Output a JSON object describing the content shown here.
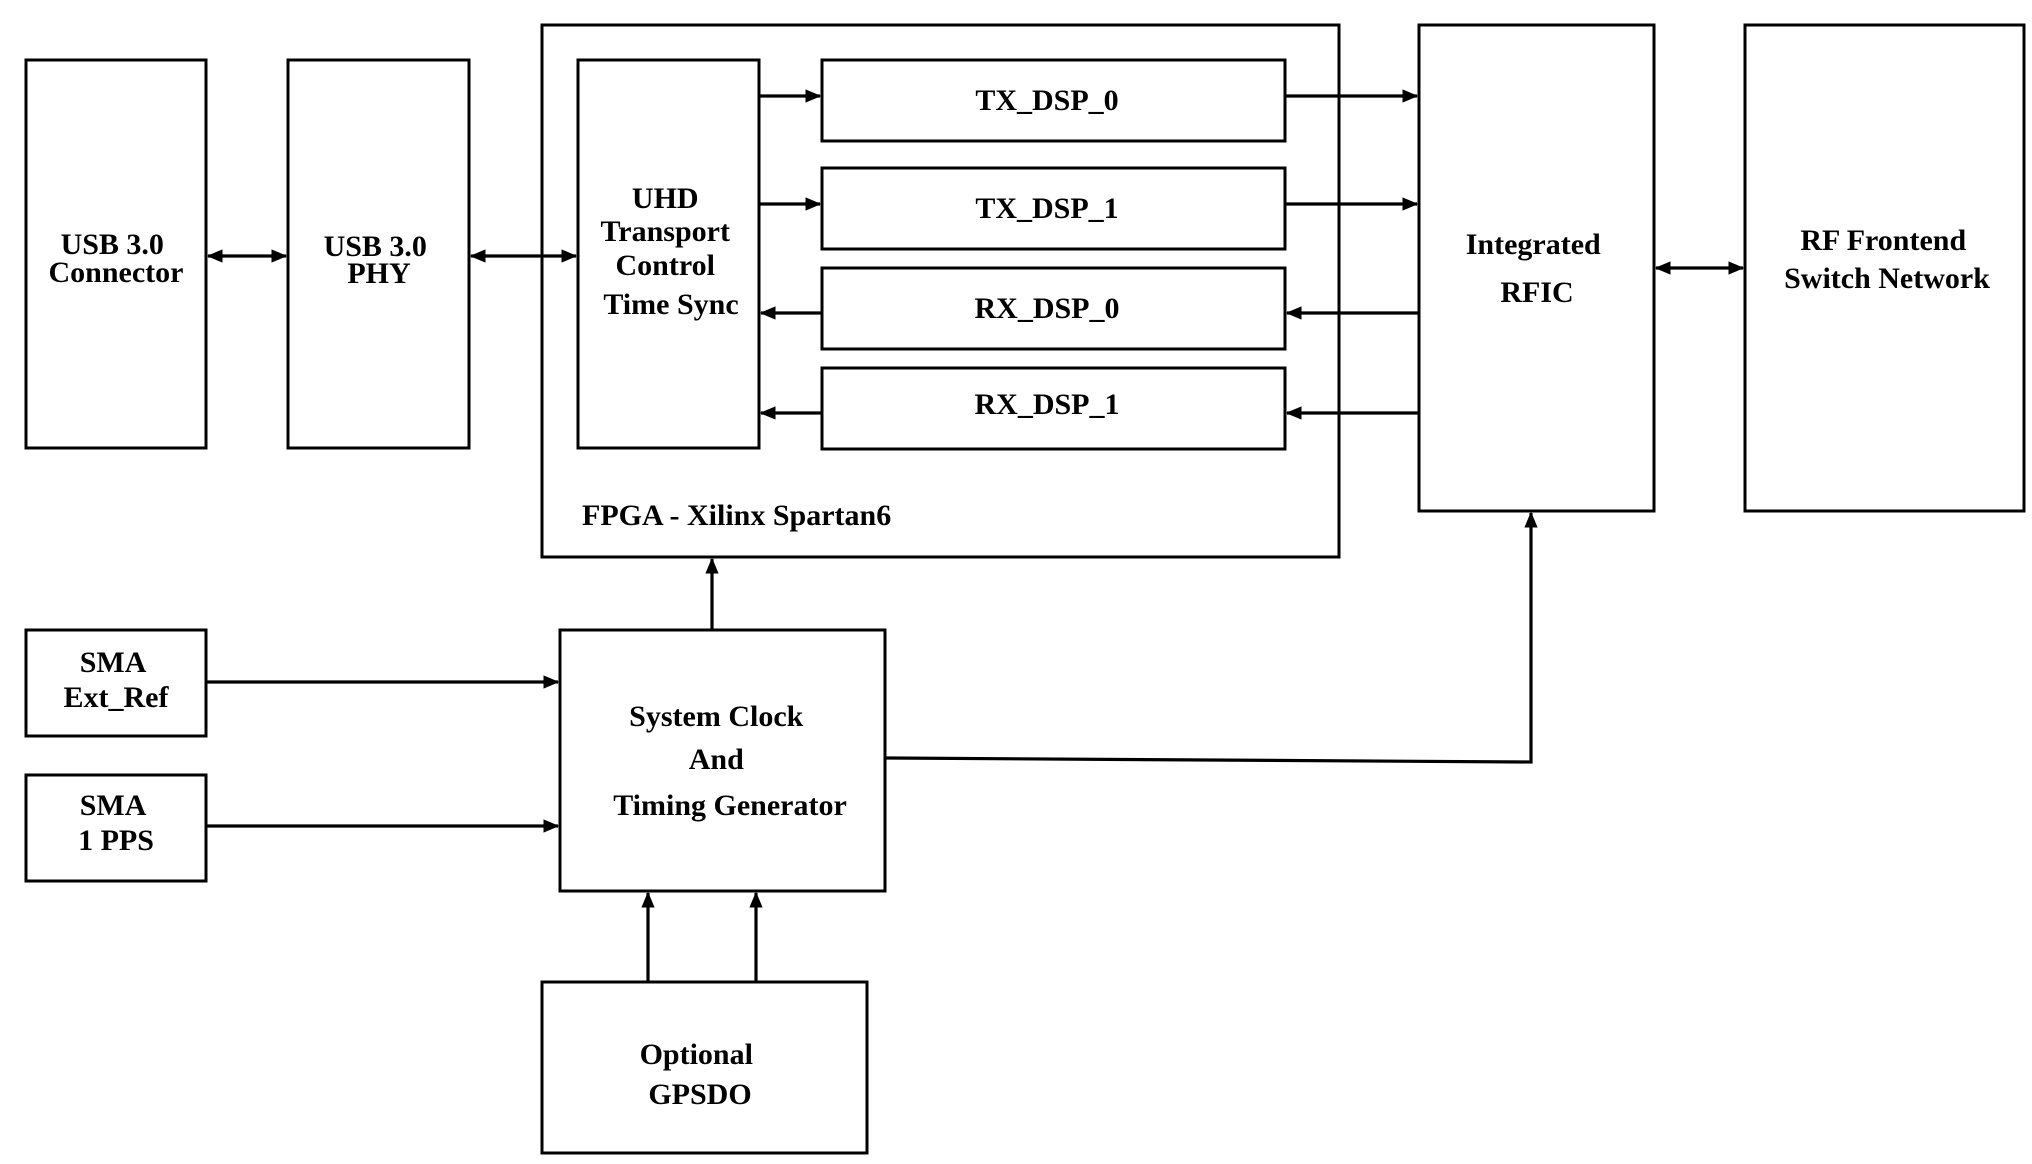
{
  "blocks": {
    "usb_connector": {
      "lines": [
        "USB 3.0",
        "Connector"
      ]
    },
    "usb_phy": {
      "lines": [
        "USB 3.0",
        "PHY"
      ]
    },
    "fpga": {
      "label": "FPGA - Xilinx Spartan6"
    },
    "uhd": {
      "lines": [
        "UHD",
        "Transport",
        "Control",
        "Time Sync"
      ]
    },
    "tx_dsp_0": {
      "label": "TX_DSP_0"
    },
    "tx_dsp_1": {
      "label": "TX_DSP_1"
    },
    "rx_dsp_0": {
      "label": "RX_DSP_0"
    },
    "rx_dsp_1": {
      "label": "RX_DSP_1"
    },
    "rfic": {
      "lines": [
        "Integrated",
        "RFIC"
      ]
    },
    "rf_frontend": {
      "lines": [
        "RF Frontend",
        "Switch Network"
      ]
    },
    "sma_ext_ref": {
      "lines": [
        "SMA",
        "Ext_Ref"
      ]
    },
    "sma_1pps": {
      "lines": [
        "SMA",
        "1 PPS"
      ]
    },
    "clock_gen": {
      "lines": [
        "System Clock",
        "And",
        "Timing Generator"
      ]
    },
    "gpsdo": {
      "lines": [
        "Optional",
        "GPSDO"
      ]
    }
  },
  "colors": {
    "stroke": "#000000",
    "background": "#ffffff"
  }
}
